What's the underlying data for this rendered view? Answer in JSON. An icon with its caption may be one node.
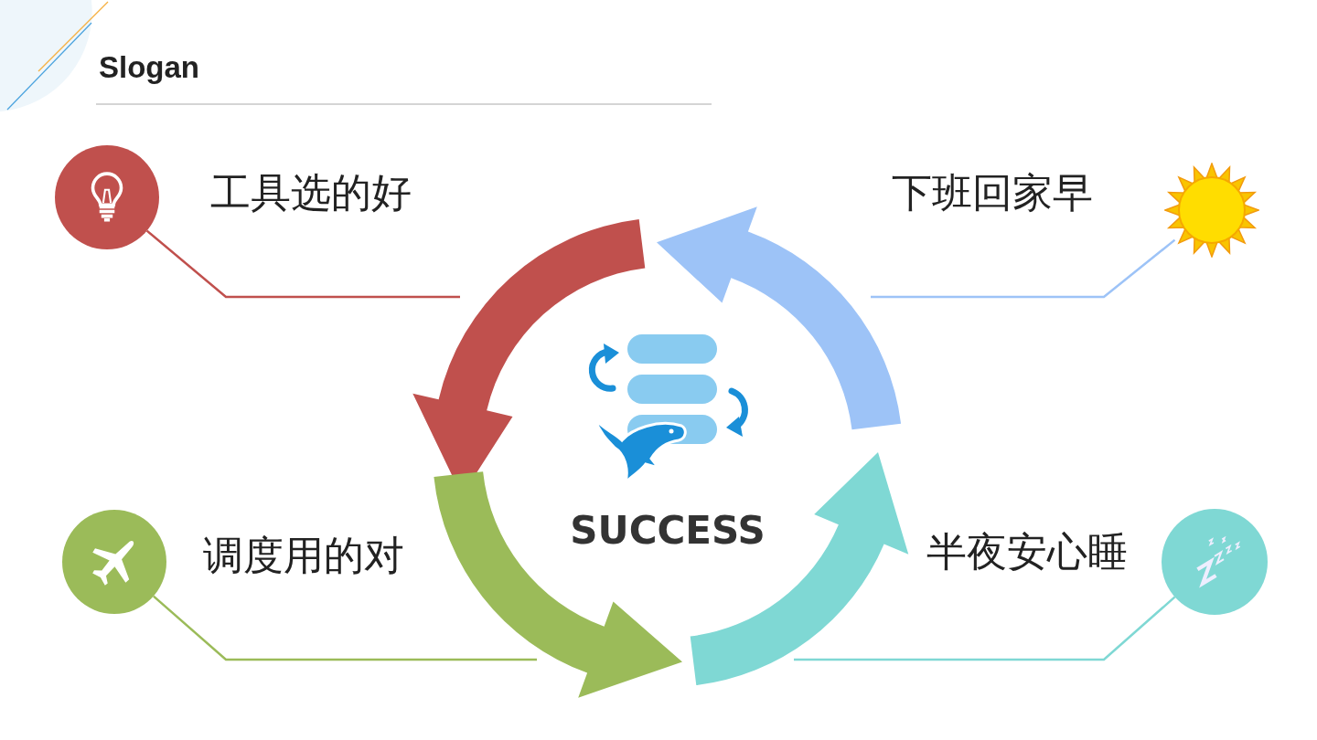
{
  "diagram": {
    "title": "Slogan",
    "nodes": [
      {
        "text": [
          "工具选的好"
        ]
      },
      {
        "text": [],
        "shape": "circle"
      },
      {
        "text": [
          "下班回家早"
        ]
      },
      {
        "text": [],
        "shape": "sun"
      },
      {
        "text": [
          "调度用的对"
        ]
      },
      {
        "text": [],
        "shape": "circle"
      },
      {
        "text": [
          "半夜安心睡"
        ]
      },
      {
        "text": [],
        "shape": "circle"
      }
    ],
    "edges": [
      {
        "from": 1,
        "to": 0,
        "arrow": "none",
        "color": "#c0504d"
      },
      {
        "from": 3,
        "to": 2,
        "arrow": "none",
        "color": "#9dc3f7"
      },
      {
        "from": 5,
        "to": 4,
        "arrow": "none",
        "color": "#9bbb59"
      },
      {
        "from": 7,
        "to": 6,
        "arrow": "none",
        "color": "#7fd8d4"
      }
    ],
    "labels": [
      "SUCCESS"
    ]
  }
}
